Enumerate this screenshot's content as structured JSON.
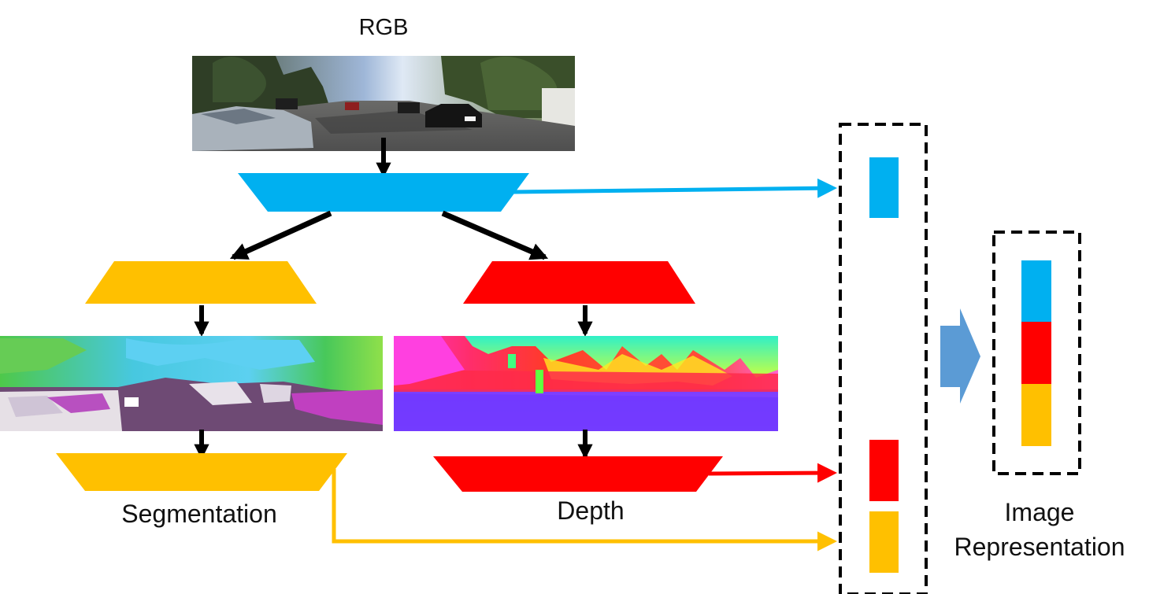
{
  "labels": {
    "input": "RGB",
    "segmentation": "Segmentation",
    "depth": "Depth",
    "output_line1": "Image",
    "output_line2": "Representation"
  },
  "colors": {
    "shared_encoder": "#00b0f0",
    "segmentation_branch": "#ffc000",
    "depth_branch": "#ff0000",
    "concat_arrow": "#5b9bd5",
    "flow_arrow": "#000000"
  },
  "icons": {
    "input_image": "street-scene-photo",
    "segmentation_map": "segmentation-map-image",
    "depth_map": "depth-map-image"
  }
}
